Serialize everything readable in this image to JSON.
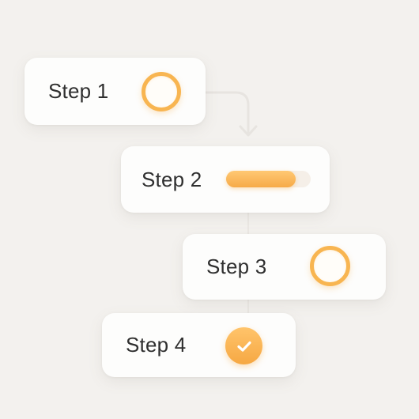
{
  "steps": [
    {
      "label": "Step 1",
      "indicator": "ring-icon",
      "status": "pending"
    },
    {
      "label": "Step 2",
      "indicator": "progress-bar",
      "status": "in-progress",
      "progress": 0.82
    },
    {
      "label": "Step 3",
      "indicator": "ring-icon",
      "status": "pending"
    },
    {
      "label": "Step 4",
      "indicator": "check-icon",
      "status": "complete"
    }
  ],
  "colors": {
    "accent": "#f8b551",
    "background": "#f3f1ee",
    "card": "#fdfdfc",
    "text": "#2f2f2f",
    "connector": "#e7e4e0"
  }
}
